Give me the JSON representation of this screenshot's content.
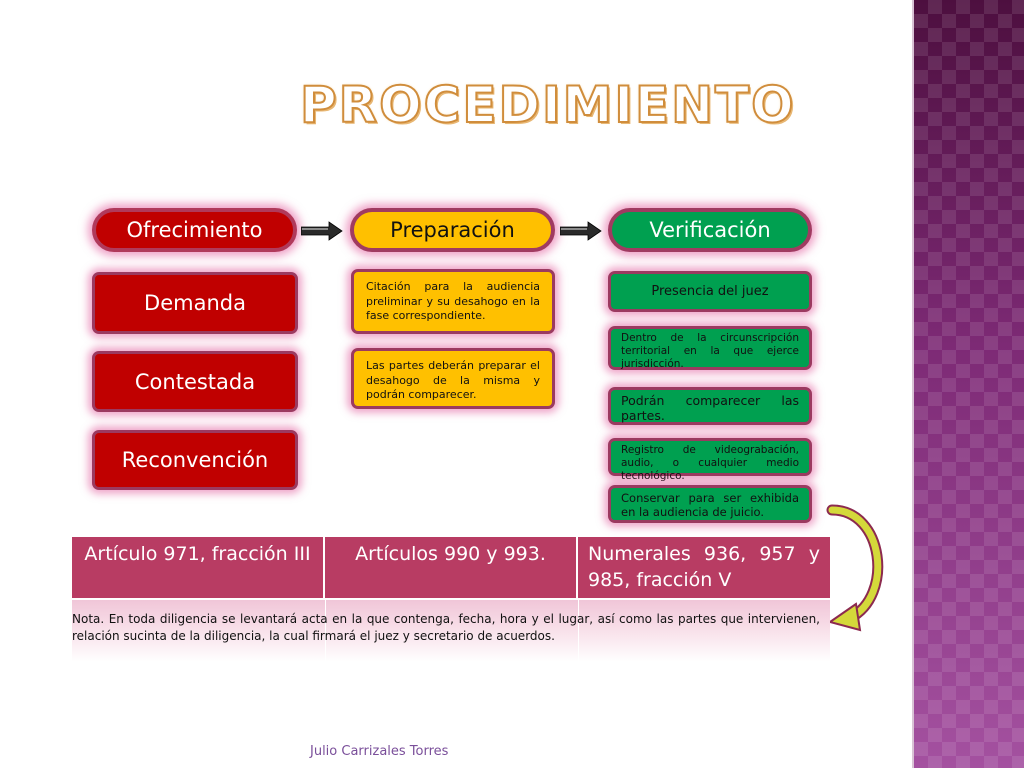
{
  "title": "PROCEDIMIENTO",
  "stages": [
    {
      "label": "Ofrecimiento"
    },
    {
      "label": "Preparación"
    },
    {
      "label": "Verificación"
    }
  ],
  "ofrecimiento_items": [
    "Demanda",
    "Contestada",
    "Reconvención"
  ],
  "preparacion_items": [
    "Citación para la audiencia preliminar y su desahogo en la fase correspondiente.",
    "Las partes deberán preparar el desahogo de la misma y podrán comparecer."
  ],
  "verificacion_items": [
    "Presencia del juez",
    "Dentro de la circunscripción territorial en la que ejerce jurisdicción.",
    "Podrán comparecer las partes.",
    "Registro de videograbación, audio, o cualquier medio tecnológico.",
    "Conservar para ser exhibida en la audiencia de juicio."
  ],
  "articles": [
    "Artículo 971, fracción III",
    "Artículos 990 y 993.",
    "Numerales 936, 957 y 985, fracción V"
  ],
  "note": "Nota. En toda diligencia se levantará acta en la que contenga, fecha, hora y el lugar, así como las partes que intervienen, relación sucinta de la diligencia, la cual firmará el juez y secretario de acuerdos.",
  "footer": "Julio Carrizales Torres",
  "colors": {
    "red": "#c00000",
    "yellow": "#ffc000",
    "green": "#00a050",
    "table_header": "#b83c63",
    "side_bar": "#8a2c84",
    "title_outline": "#d08d3c"
  }
}
